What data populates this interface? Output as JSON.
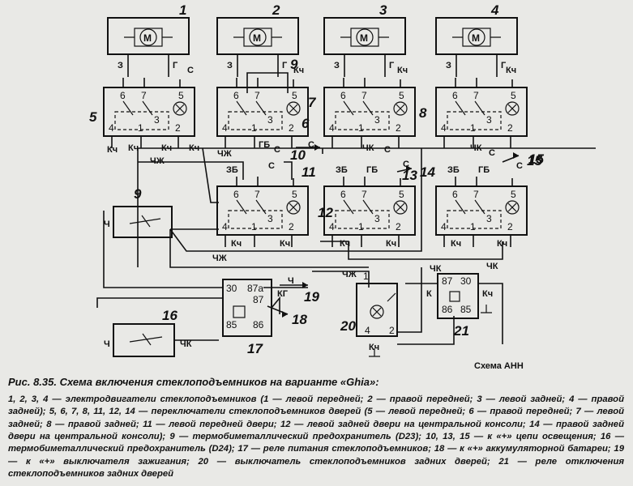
{
  "diagram": {
    "component_numbers": [
      "1",
      "2",
      "3",
      "4",
      "5",
      "6",
      "7",
      "8",
      "9",
      "10",
      "11",
      "12",
      "13",
      "14",
      "15",
      "16",
      "17",
      "18",
      "19",
      "20",
      "21"
    ],
    "motor_symbol": "M",
    "motor_terminals": [
      "З",
      "Г"
    ],
    "switch_pins": [
      "6",
      "7",
      "5",
      "4",
      "1",
      "2",
      "3"
    ],
    "wire_labels": {
      "kch": "Кч",
      "s": "С",
      "chzh": "ЧЖ",
      "zb": "ЗБ",
      "gb": "ГБ",
      "chk": "ЧК",
      "ch": "Ч",
      "kg": "КГ",
      "k": "К"
    },
    "relay17_pins": [
      "30",
      "87а",
      "87",
      "85",
      "86"
    ],
    "relay21_pins": [
      "87",
      "30",
      "86",
      "85"
    ],
    "switch20_pins": [
      "1",
      "4",
      "2"
    ],
    "credit": "Схема АНН"
  },
  "caption": {
    "title": "Рис. 8.35. Схема включения стеклоподъемников на варианте «Ghia»:",
    "body": "1, 2, 3, 4 — электродвигатели стеклоподъемников (1 — левой передней; 2 — правой передней; 3 — левой задней; 4 — правой задней); 5, 6, 7, 8, 11, 12, 14 — переключатели стеклоподъемников дверей (5 — левой передней; 6 — правой передней; 7 — левой задней; 8 — правой задней; 11 — левой передней двери; 12 — левой задней двери на центральной консоли; 14 — правой задней двери на центральной консоли); 9 — термобиметаллический предохранитель (D23); 10, 13, 15 — к «+» цепи освещения; 16 — термобиметаллический предохранитель (D24); 17 — реле питания стеклоподъемников; 18 — к «+» аккумуляторной батареи; 19 — к «+» выключателя зажигания; 20 — выключатель стеклоподъемников задних дверей; 21 — реле отключения стеклоподъемников задних дверей"
  }
}
